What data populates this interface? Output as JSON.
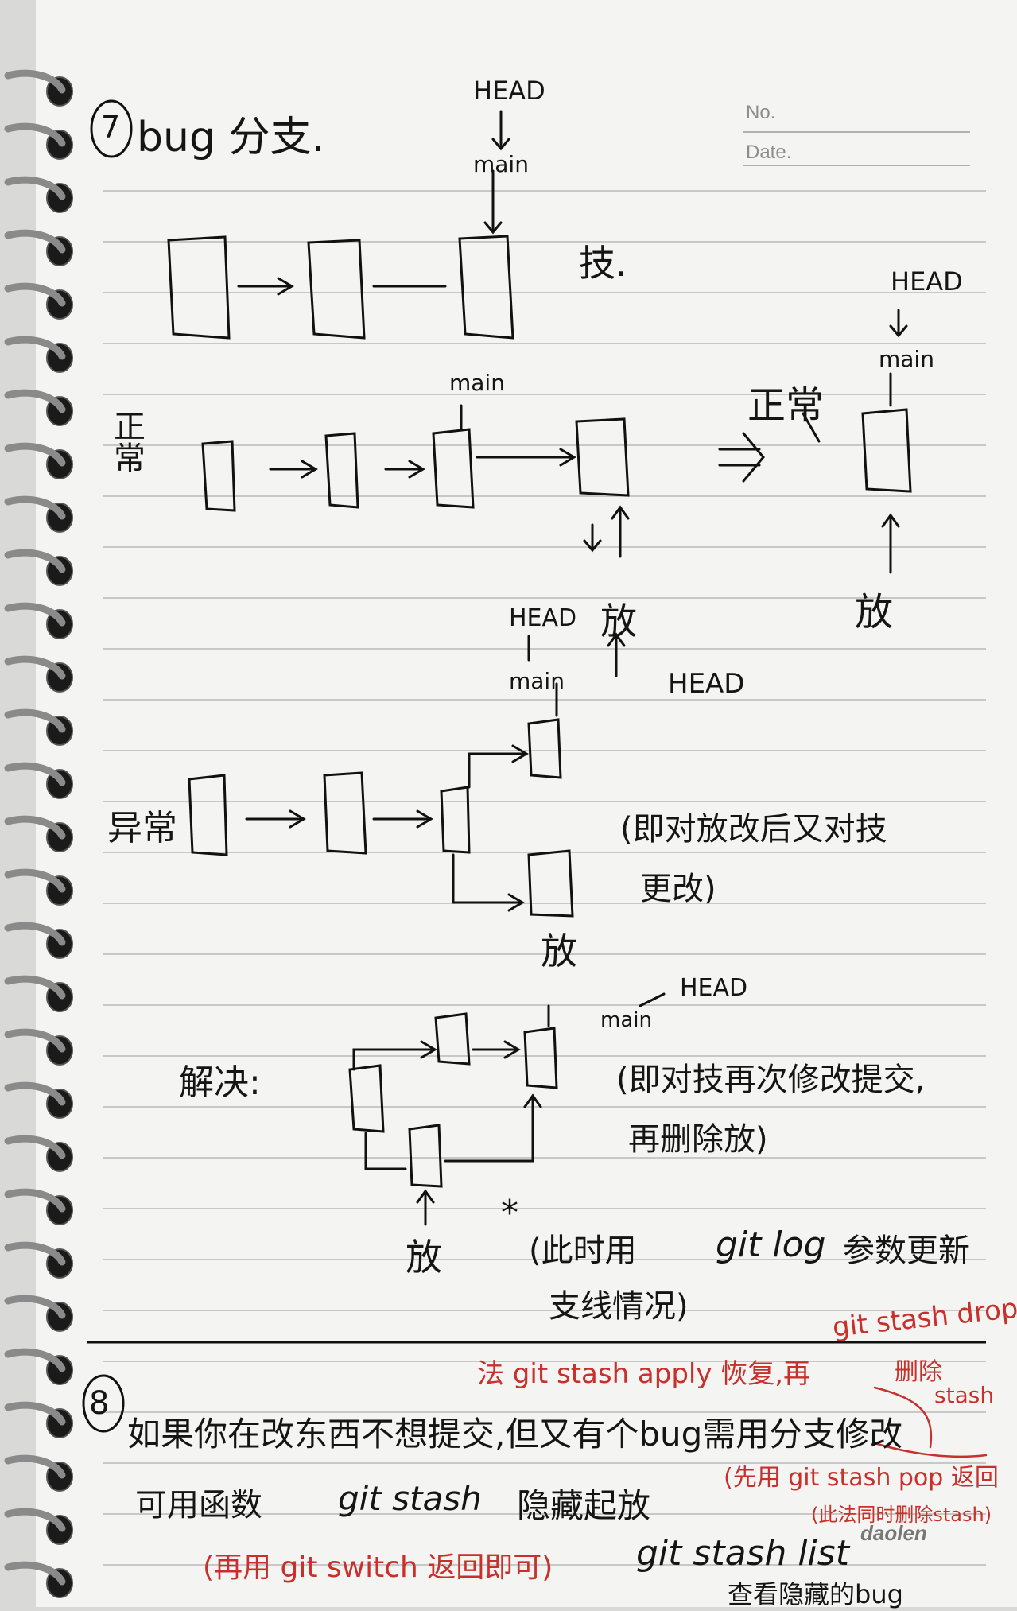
{
  "header": {
    "no_label": "No.",
    "date_label": "Date."
  },
  "section7": {
    "number": "7",
    "title": "bug 分支.",
    "row1": {
      "head": "HEAD",
      "main": "main",
      "note": "技."
    },
    "row2": {
      "label": "正常",
      "main": "main",
      "arrow_text": "⇒",
      "result_label": "正常",
      "result_head": "HEAD",
      "result_main": "main",
      "result_bottom": "放",
      "fang": "放",
      "head_bottom": "HEAD"
    },
    "row3": {
      "label": "异常",
      "head": "HEAD",
      "main": "main",
      "fang": "放",
      "note_line1": "(即对放改后又对技",
      "note_line2": "更改)"
    },
    "row4": {
      "label": "解决:",
      "head": "HEAD",
      "main": "main",
      "fang": "放",
      "note_line1": "(即对技再次修改提交,",
      "note_line2": "再删除放)",
      "star": "*",
      "star_note_line1": "(此时用",
      "star_note_cmd": "git log",
      "star_note_line1_end": "参数更新",
      "star_note_line2": "支线情况)"
    }
  },
  "section8": {
    "number": "8",
    "red_top": "法 git stash apply 恢复,再",
    "red_drop": "git stash drop",
    "red_delete": "删除",
    "red_stash": "stash",
    "line1": "如果你在改东西不想提交,但又有个bug需用分支修改",
    "line2_prefix": "可用函数",
    "line2_cmd": "git stash",
    "line2_suffix": "隐藏起放",
    "red_pop": "(先用 git stash pop 返回",
    "red_pop2": "(此法同时删除stash)",
    "red_switch": "(再用 git switch 返回即可)",
    "stash_list": "git stash list",
    "stash_list_note": "查看隐藏的bug",
    "brand": "daolen"
  }
}
